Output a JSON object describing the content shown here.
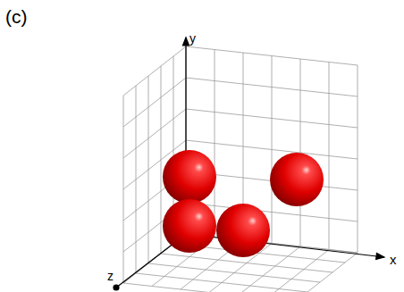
{
  "diagram": {
    "labels": [
      "(c)",
      "y",
      "x",
      "z"
    ]
  }
}
